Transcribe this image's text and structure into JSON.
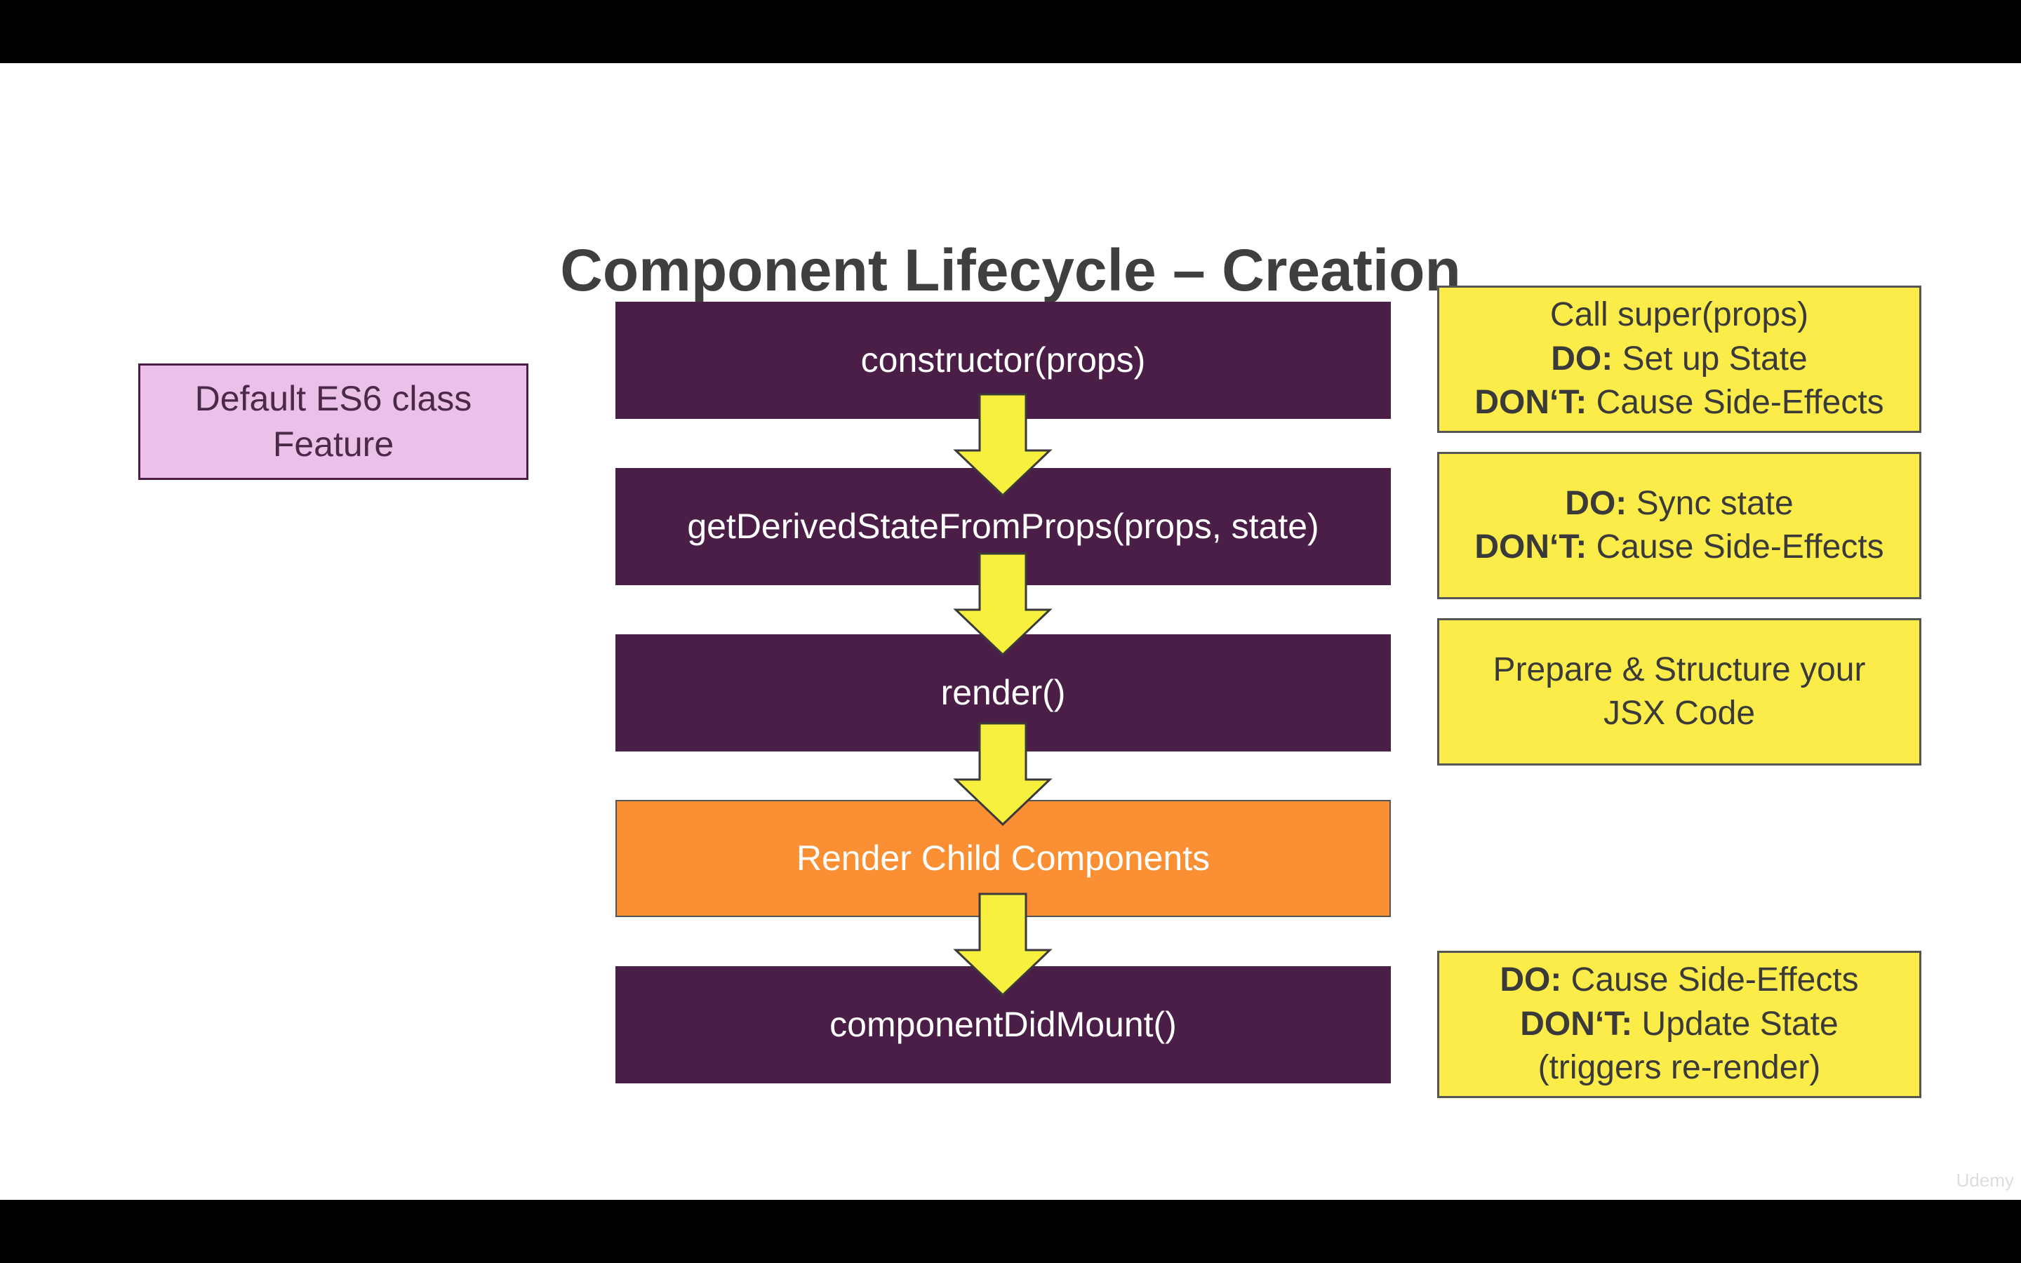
{
  "title": "Component Lifecycle – Creation",
  "es6_box": {
    "line1": "Default ES6 class",
    "line2": "Feature"
  },
  "steps": [
    "constructor(props)",
    "getDerivedStateFromProps(props, state)",
    "render()",
    "Render Child Components",
    "componentDidMount()"
  ],
  "notes": {
    "constructor": {
      "line1": "Call super(props)",
      "do_label": "DO:",
      "do_text": " Set up State",
      "dont_label": "DON‘T:",
      "dont_text": " Cause Side-Effects"
    },
    "derived": {
      "do_label": "DO:",
      "do_text": " Sync state",
      "dont_label": "DON‘T:",
      "dont_text": " Cause Side-Effects"
    },
    "render": {
      "line1": "Prepare & Structure your",
      "line2": "JSX Code"
    },
    "did_mount": {
      "do_label": "DO:",
      "do_text": " Cause Side-Effects",
      "dont_label": "DON‘T:",
      "dont_text": " Update State",
      "line3": "(triggers re-render)"
    }
  },
  "watermark": "Udemy",
  "colors": {
    "step": "#4b1e48",
    "child_step": "#fb8f34",
    "note": "#fbec49",
    "es6_box": "#ebc0e9",
    "arrow": "#f8f03e"
  },
  "icons": {
    "arrow": "down-arrow-icon"
  }
}
